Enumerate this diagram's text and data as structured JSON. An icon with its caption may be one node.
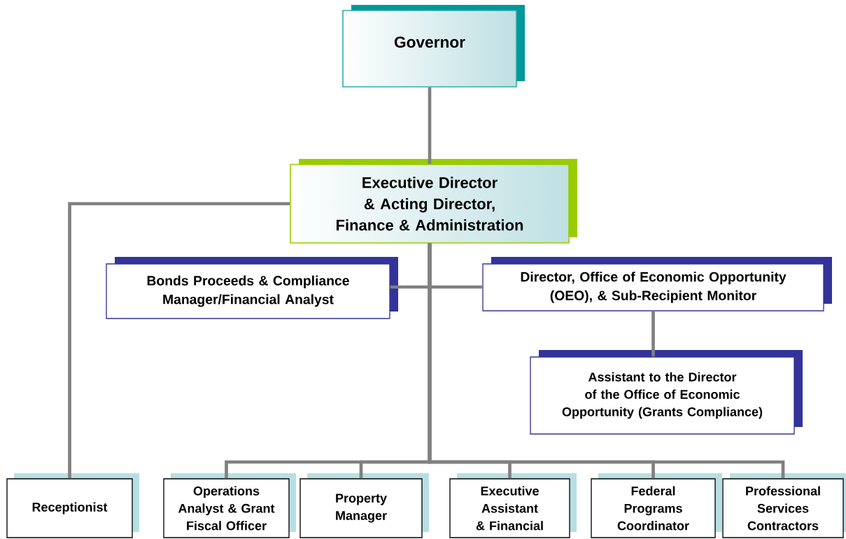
{
  "diagram": {
    "nodes": [
      {
        "text": [
          "Governor"
        ]
      },
      {
        "text": [
          "Executive Director & Acting Director, Finance & Administration"
        ]
      },
      {
        "text": [
          "Bonds Proceeds & Compliance Manager/Financial Analyst"
        ]
      },
      {
        "text": [
          "Director, Office of Economic Opportunity (OEO), & Sub-Recipient Monitor"
        ]
      },
      {
        "text": [
          "Assistant to the Director of the Office of Economic Opportunity (Grants Compliance)"
        ]
      },
      {
        "text": [
          "Receptionist"
        ]
      },
      {
        "text": [
          "Operations Analyst & Grant Fiscal Officer"
        ]
      },
      {
        "text": [
          "Property Manager"
        ]
      },
      {
        "text": [
          "Executive Assistant & Financial"
        ]
      },
      {
        "text": [
          "Federal Programs Coordinator"
        ]
      },
      {
        "text": [
          "Professional Services Contractors"
        ]
      }
    ],
    "edges": [
      {
        "from": 0,
        "to": 1,
        "arrow": "none"
      },
      {
        "from": 1,
        "to": 5,
        "arrow": "none"
      },
      {
        "from": 1,
        "to": 2,
        "arrow": "none"
      },
      {
        "from": 1,
        "to": 3,
        "arrow": "none"
      },
      {
        "from": 3,
        "to": 4,
        "arrow": "none"
      },
      {
        "from": 1,
        "to": 6,
        "arrow": "none"
      },
      {
        "from": 1,
        "to": 7,
        "arrow": "none"
      },
      {
        "from": 1,
        "to": 8,
        "arrow": "none"
      },
      {
        "from": 1,
        "to": 9,
        "arrow": "none"
      },
      {
        "from": 1,
        "to": 10,
        "arrow": "none"
      }
    ]
  }
}
